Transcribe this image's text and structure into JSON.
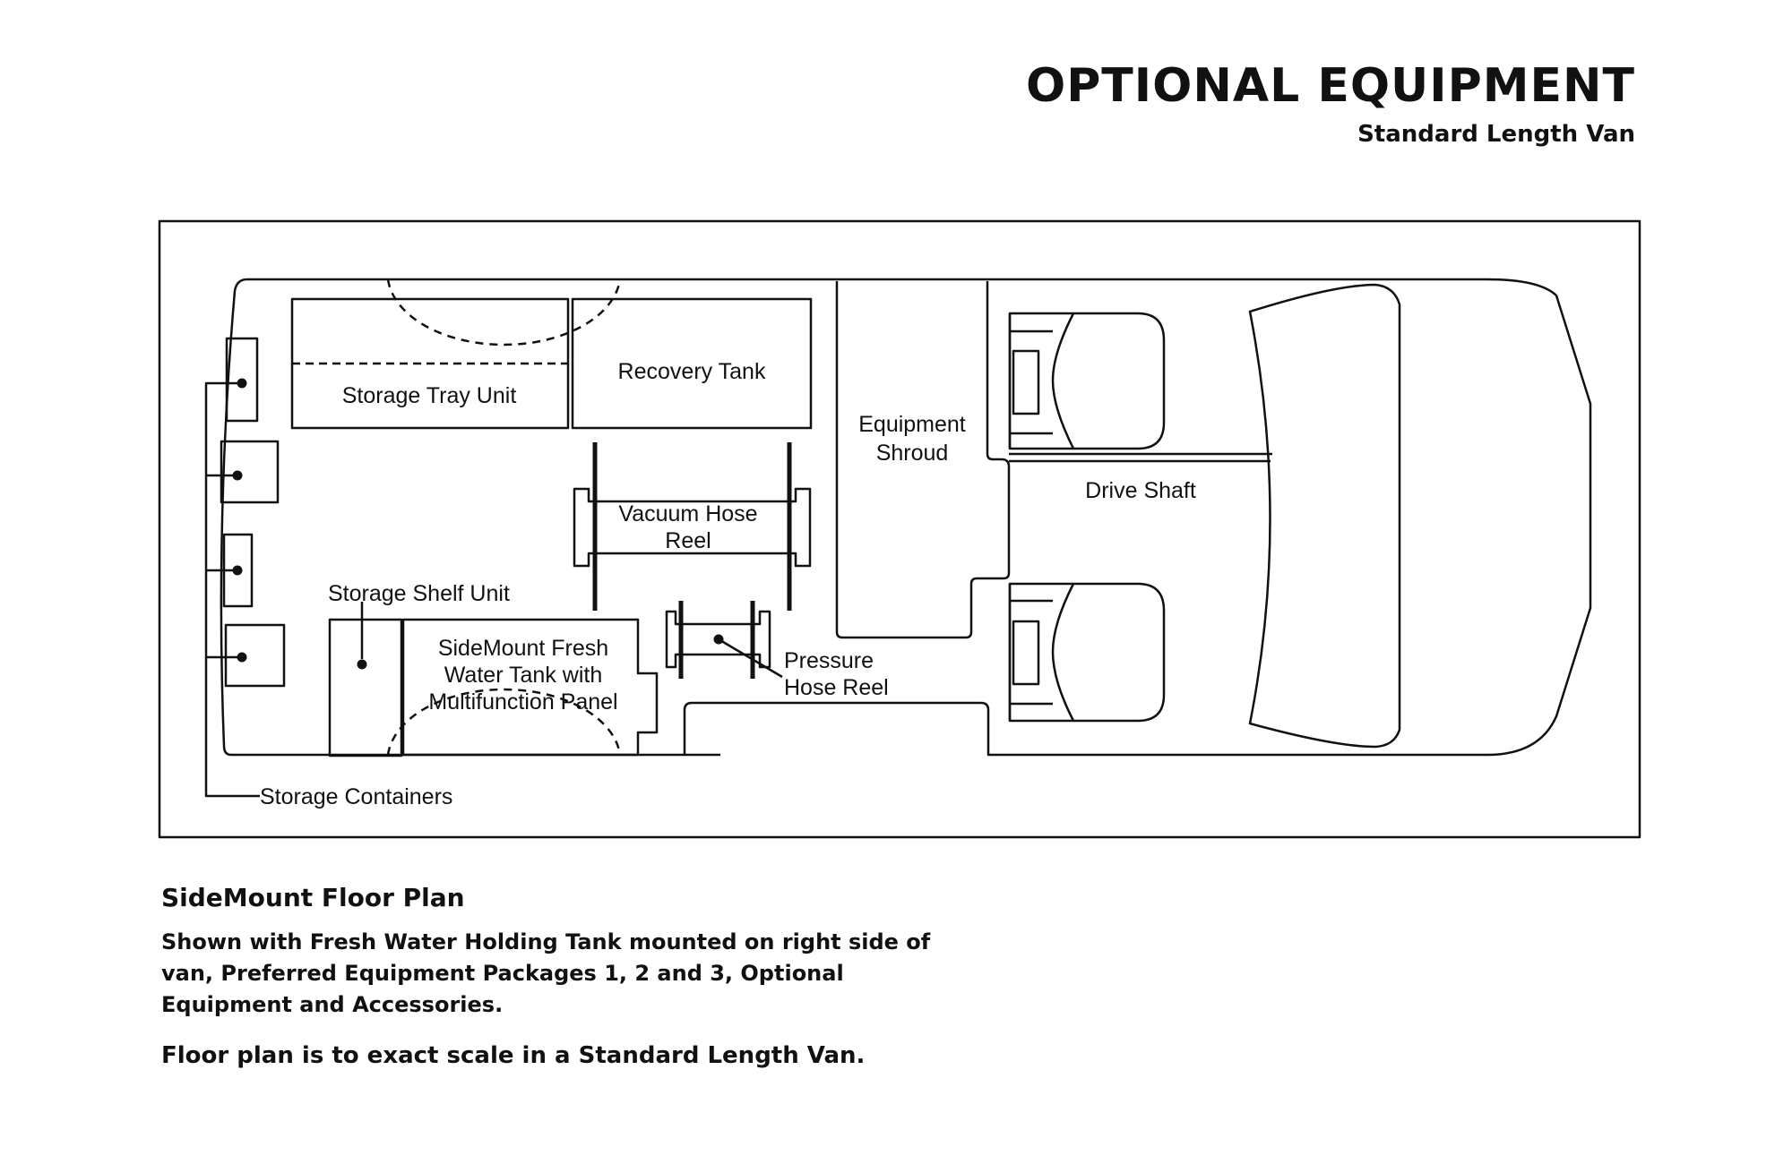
{
  "header": {
    "title": "OPTIONAL EQUIPMENT",
    "subtitle": "Standard Length Van"
  },
  "labels": {
    "storage_tray_unit": "Storage Tray Unit",
    "recovery_tank": "Recovery Tank",
    "equipment_shroud_line1": "Equipment",
    "equipment_shroud_line2": "Shroud",
    "drive_shaft": "Drive Shaft",
    "vacuum_hose_reel_line1": "Vacuum Hose",
    "vacuum_hose_reel_line2": "Reel",
    "storage_shelf_unit": "Storage Shelf Unit",
    "fresh_water_tank_line1": "SideMount Fresh",
    "fresh_water_tank_line2": "Water Tank with",
    "fresh_water_tank_line3": "Multifunction Panel",
    "pressure_hose_reel_line1": "Pressure",
    "pressure_hose_reel_line2": "Hose Reel",
    "storage_containers": "Storage Containers"
  },
  "caption": {
    "heading": "SideMount Floor Plan",
    "body": "Shown with Fresh Water Holding Tank mounted on right side of van, Preferred Equipment Packages 1, 2 and 3, Optional Equipment and Accessories.",
    "note": "Floor plan is to exact scale in a Standard Length Van."
  }
}
